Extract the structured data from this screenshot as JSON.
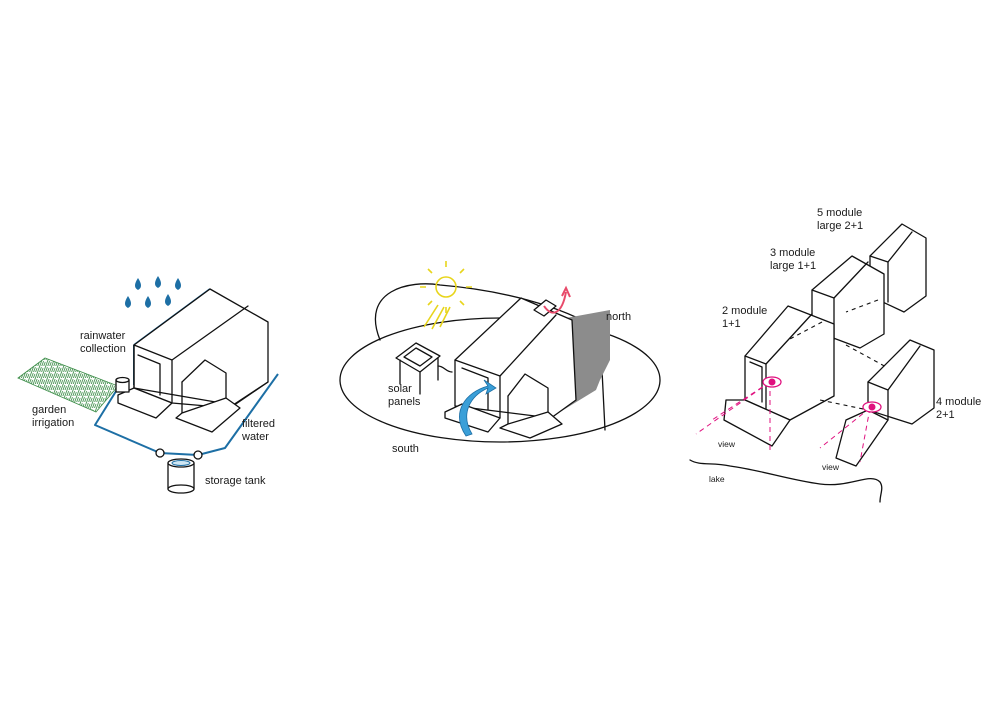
{
  "colors": {
    "line": "#111111",
    "water": "#1d6fa5",
    "water_light": "#3a9fd8",
    "sun": "#e8d51c",
    "heat": "#e84a6a",
    "shadow": "#8c8c8c",
    "view": "#e0117f",
    "garden": "#3e8e4a"
  },
  "panel_water": {
    "rainwater": "rainwater\ncollection",
    "garden": "garden\nirrigation",
    "filtered": "filtered\nwater",
    "tank": "storage tank"
  },
  "panel_sun": {
    "solar": "solar\npanels",
    "north": "north",
    "south": "south"
  },
  "panel_modules": {
    "m5": "5 module\nlarge 2+1",
    "m3": "3 module\nlarge 1+1",
    "m2": "2 module\n1+1",
    "m4": "4 module\n2+1",
    "view1": "view",
    "view2": "view",
    "lake": "lake"
  }
}
